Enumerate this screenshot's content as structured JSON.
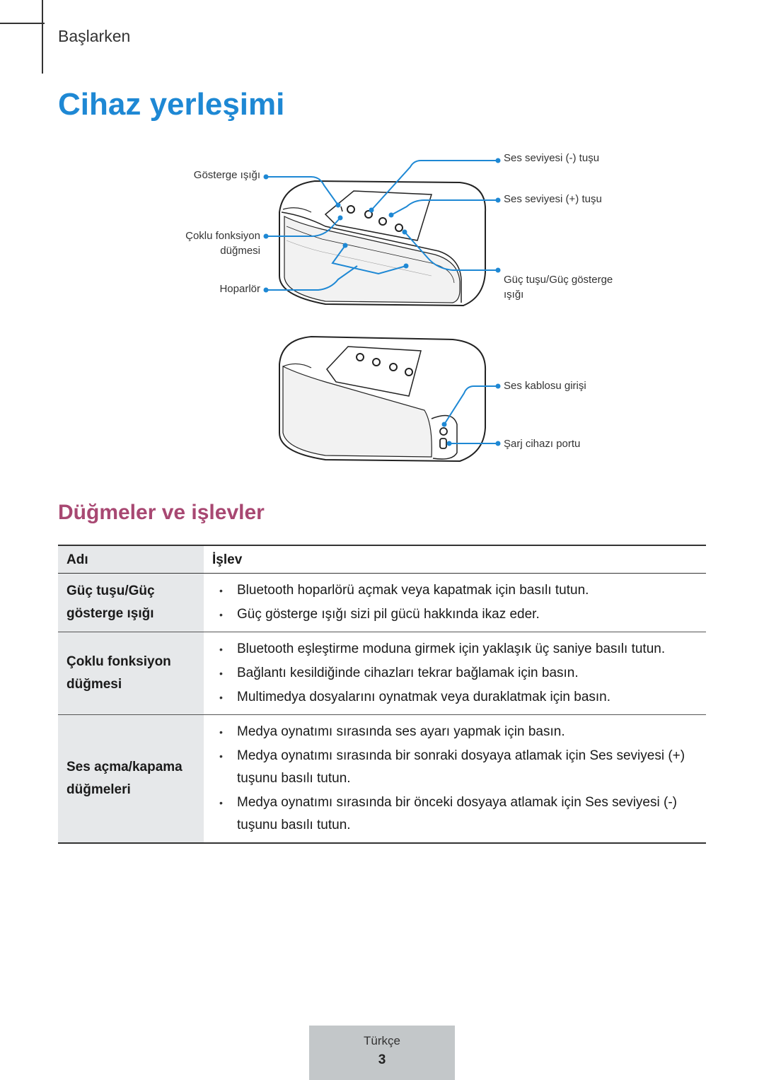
{
  "header": {
    "section": "Başlarken"
  },
  "page_title": "Cihaz yerleşimi",
  "diagram": {
    "labels": {
      "indicator_light": "Gösterge ışığı",
      "multifunction_button_line1": "Çoklu fonksiyon",
      "multifunction_button_line2": "düğmesi",
      "speaker": "Hoparlör",
      "volume_down": "Ses seviyesi (-) tuşu",
      "volume_up": "Ses seviyesi (+) tuşu",
      "power_line1": "Güç tuşu/Güç gösterge",
      "power_line2": "ışığı",
      "audio_jack": "Ses kablosu girişi",
      "charger_port": "Şarj cihazı portu"
    }
  },
  "section_title": "Düğmeler ve işlevler",
  "table": {
    "headers": [
      "Adı",
      "İşlev"
    ],
    "rows": [
      {
        "name_line1": "Güç tuşu/Güç",
        "name_line2": "gösterge ışığı",
        "items": [
          "Bluetooth hoparlörü açmak veya kapatmak için basılı tutun.",
          "Güç gösterge ışığı sizi pil gücü hakkında ikaz eder."
        ]
      },
      {
        "name_line1": "Çoklu fonksiyon",
        "name_line2": "düğmesi",
        "items": [
          "Bluetooth eşleştirme moduna girmek için yaklaşık üç saniye basılı tutun.",
          "Bağlantı kesildiğinde cihazları tekrar bağlamak için basın.",
          "Multimedya dosyalarını oynatmak veya duraklatmak için basın."
        ]
      },
      {
        "name_line1": "Ses açma/kapama",
        "name_line2": "düğmeleri",
        "items": [
          "Medya oynatımı sırasında ses ayarı yapmak için basın.",
          "Medya oynatımı sırasında bir sonraki dosyaya atlamak için Ses seviyesi (+) tuşunu basılı tutun.",
          "Medya oynatımı sırasında bir önceki dosyaya atlamak için Ses seviyesi (-) tuşunu basılı tutun."
        ]
      }
    ]
  },
  "footer": {
    "language": "Türkçe",
    "page_number": "3"
  },
  "colors": {
    "title": "#1e88d4",
    "subtitle": "#a84872",
    "callout": "#1e88d4",
    "table_shade": "#e6e8ea",
    "footer": "#c3c7c9"
  }
}
